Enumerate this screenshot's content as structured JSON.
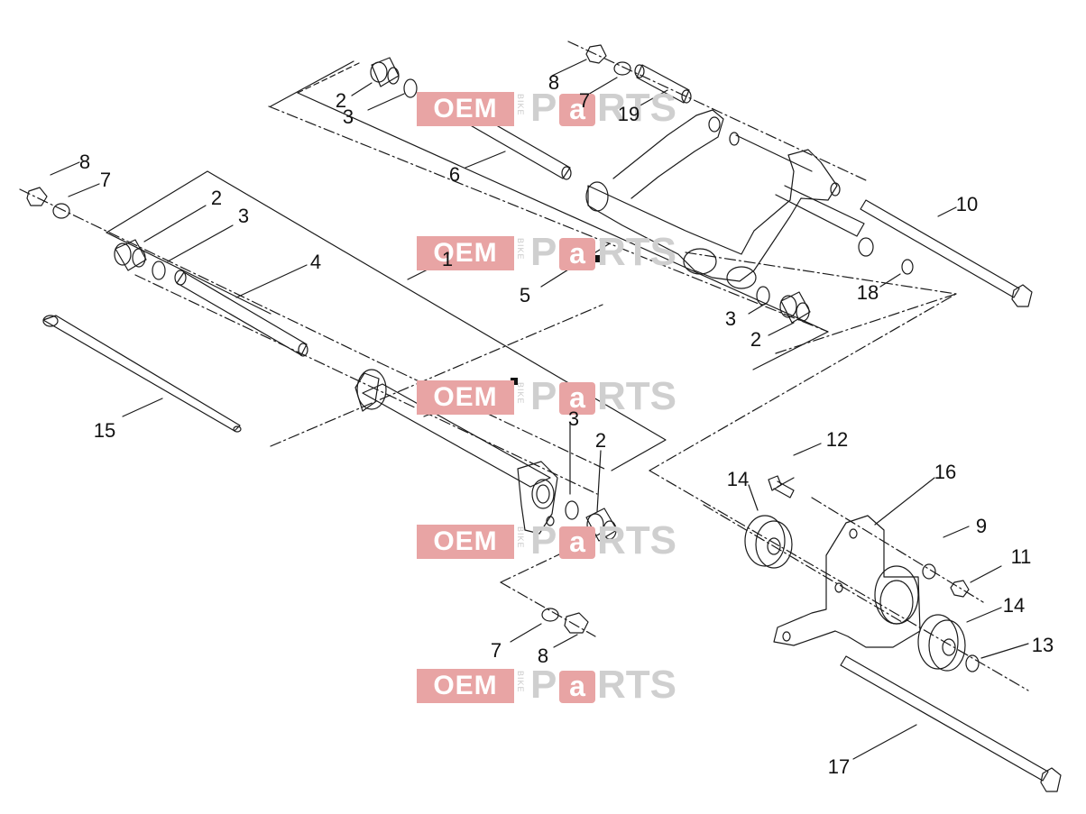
{
  "callouts": [
    {
      "id": "c1",
      "label": "1"
    },
    {
      "id": "c2a",
      "label": "2"
    },
    {
      "id": "c2b",
      "label": "2"
    },
    {
      "id": "c2c",
      "label": "2"
    },
    {
      "id": "c2d",
      "label": "2"
    },
    {
      "id": "c3a",
      "label": "3"
    },
    {
      "id": "c3b",
      "label": "3"
    },
    {
      "id": "c3c",
      "label": "3"
    },
    {
      "id": "c3d",
      "label": "3"
    },
    {
      "id": "c4",
      "label": "4"
    },
    {
      "id": "c5",
      "label": "5"
    },
    {
      "id": "c6",
      "label": "6"
    },
    {
      "id": "c7a",
      "label": "7"
    },
    {
      "id": "c7b",
      "label": "7"
    },
    {
      "id": "c7c",
      "label": "7"
    },
    {
      "id": "c8a",
      "label": "8"
    },
    {
      "id": "c8b",
      "label": "8"
    },
    {
      "id": "c8c",
      "label": "8"
    },
    {
      "id": "c9",
      "label": "9"
    },
    {
      "id": "c10",
      "label": "10"
    },
    {
      "id": "c11",
      "label": "11"
    },
    {
      "id": "c12",
      "label": "12"
    },
    {
      "id": "c13",
      "label": "13"
    },
    {
      "id": "c14a",
      "label": "14"
    },
    {
      "id": "c14b",
      "label": "14"
    },
    {
      "id": "c15",
      "label": "15"
    },
    {
      "id": "c16",
      "label": "16"
    },
    {
      "id": "c17",
      "label": "17"
    },
    {
      "id": "c18",
      "label": "18"
    },
    {
      "id": "c19",
      "label": "19"
    }
  ],
  "watermark": {
    "oem": "OEM",
    "bike": "BIKE",
    "p": "P",
    "a": "a",
    "rts": "RTS"
  },
  "colors": {
    "line": "#1a1a1a",
    "watermark_red": "#e8a4a4",
    "watermark_grey": "#cfcfcf"
  }
}
